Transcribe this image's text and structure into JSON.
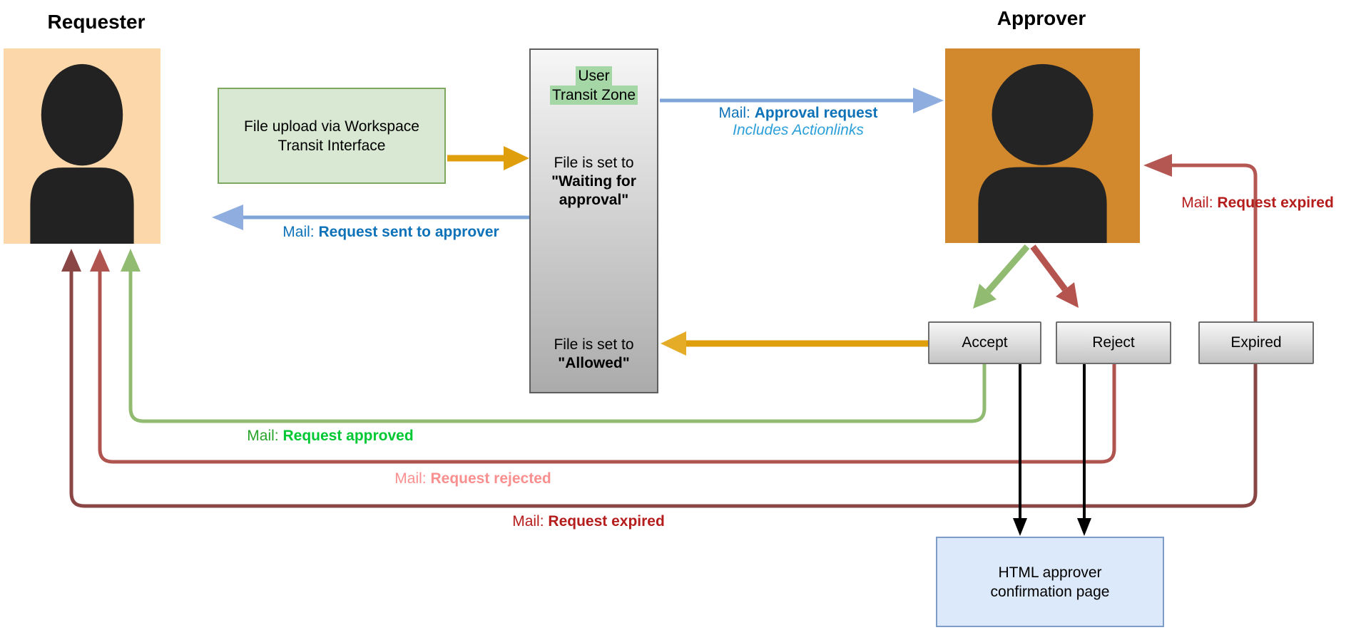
{
  "diagram": {
    "requester": {
      "title": "Requester"
    },
    "approver": {
      "title": "Approver"
    },
    "upload_box": {
      "line1": "File upload via Workspace",
      "line2": "Transit Interface"
    },
    "transit_zone": {
      "title_line1": "User",
      "title_line2": "Transit Zone",
      "waiting_prefix": "File is set to",
      "waiting_state": "\"Waiting for approval\"",
      "allowed_prefix": "File is set to",
      "allowed_state": "\"Allowed\""
    },
    "buttons": {
      "accept": "Accept",
      "reject": "Reject",
      "expired": "Expired"
    },
    "confirmation_box": {
      "line1": "HTML approver",
      "line2": "confirmation page"
    },
    "mails": {
      "approval_request": {
        "prefix": "Mail:",
        "bold": "Approval request",
        "note": "Includes Actionlinks"
      },
      "sent_to_approver": {
        "prefix": "Mail:",
        "bold": "Request sent to approver"
      },
      "approved": {
        "prefix": "Mail:",
        "bold": "Request approved"
      },
      "rejected": {
        "prefix": "Mail:",
        "bold": "Request rejected"
      },
      "expired_to_requester": {
        "prefix": "Mail:",
        "bold": "Request expired"
      },
      "expired_to_approver": {
        "prefix": "Mail:",
        "bold": "Request expired"
      }
    },
    "colors": {
      "requester_fill": "#FBD7A9",
      "approver_fill": "#D2892D",
      "person_icon": "#222222",
      "upload_fill": "#D8E8D2",
      "upload_border": "#7EA75F",
      "transit_highlight": "#A5D6A5",
      "blue_arrow": "#7FA4DA",
      "blue_text": "#0E72B8",
      "blue_italic_text": "#2B9FD9",
      "orange_arrow": "#DF9E0C",
      "green_arrow": "#90BB71",
      "green_text": "#00C832",
      "red_arrow": "#B5544E",
      "rejected_text": "#F98F8F",
      "dark_red_arrow": "#8A4645",
      "expired_arrow": "#B45753",
      "expired_text": "#B51C1C",
      "black_arrow": "#000000"
    }
  }
}
